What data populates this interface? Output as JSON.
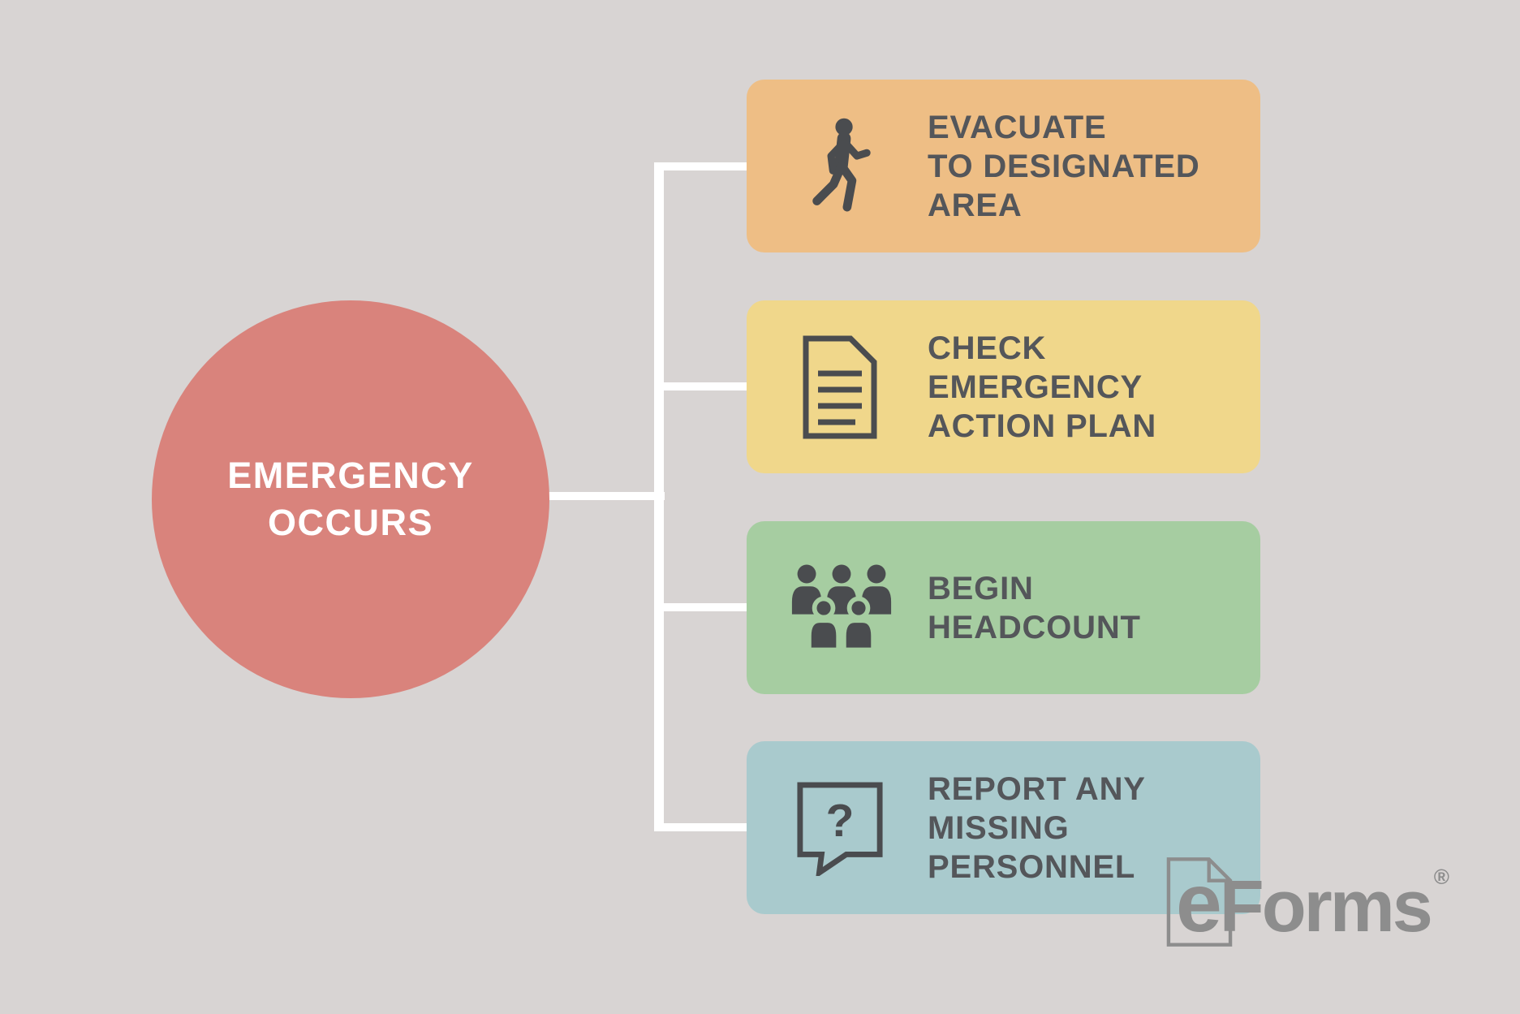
{
  "colors": {
    "background": "#D8D4D3",
    "circle": "#D9837C",
    "box_evacuate": "#EEBE85",
    "box_check_plan": "#F0D78B",
    "box_headcount": "#A6CDA1",
    "box_report": "#A9CACD",
    "connector": "#FFFFFF",
    "box_text": "#54565A",
    "icon": "#4A4C4F",
    "logo": "#8D8D8D"
  },
  "circle": {
    "lines": [
      "EMERGENCY",
      "OCCURS"
    ]
  },
  "boxes": [
    {
      "icon": "walking-person-icon",
      "color": "#EEBE85",
      "lines": [
        "EVACUATE",
        "TO DESIGNATED",
        "AREA"
      ]
    },
    {
      "icon": "document-icon",
      "color": "#F0D78B",
      "lines": [
        "CHECK",
        "EMERGENCY",
        "ACTION PLAN"
      ]
    },
    {
      "icon": "people-group-icon",
      "color": "#A6CDA1",
      "lines": [
        "BEGIN",
        "HEADCOUNT"
      ]
    },
    {
      "icon": "question-bubble-icon",
      "color": "#A9CACD",
      "lines": [
        "REPORT ANY",
        "MISSING",
        "PERSONNEL"
      ],
      "icon_glyph": "?"
    }
  ],
  "logo": {
    "e": "e",
    "forms": "Forms",
    "registered": "®"
  }
}
